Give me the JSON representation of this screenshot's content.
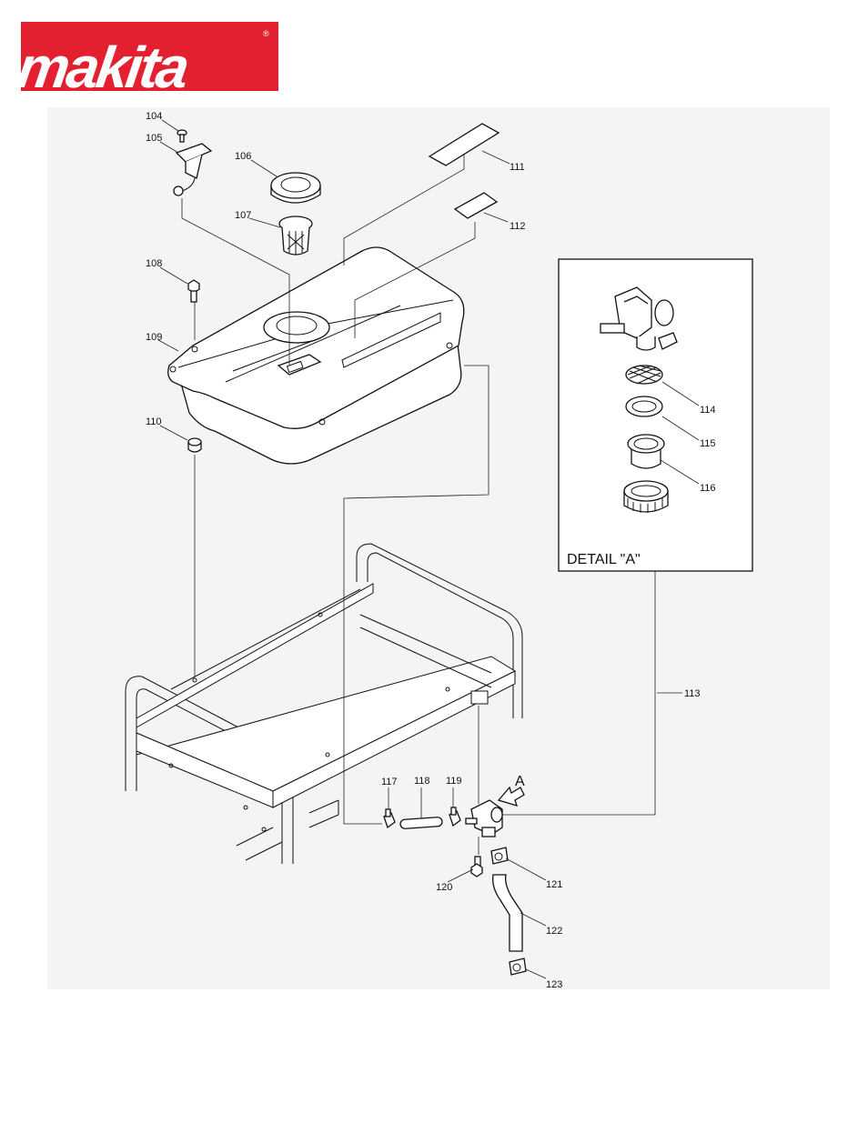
{
  "brand": {
    "name": "makita",
    "color": "#e2202f"
  },
  "detail_title": "DETAIL \"A\"",
  "view_arrow_label": "A",
  "part_numbers": {
    "p104": "104",
    "p105": "105",
    "p106": "106",
    "p107": "107",
    "p108": "108",
    "p109": "109",
    "p110": "110",
    "p111": "111",
    "p112": "112",
    "p113": "113",
    "p114": "114",
    "p115": "115",
    "p116": "116",
    "p117": "117",
    "p118": "118",
    "p119": "119",
    "p120": "120",
    "p121": "121",
    "p122": "122",
    "p123": "123"
  }
}
